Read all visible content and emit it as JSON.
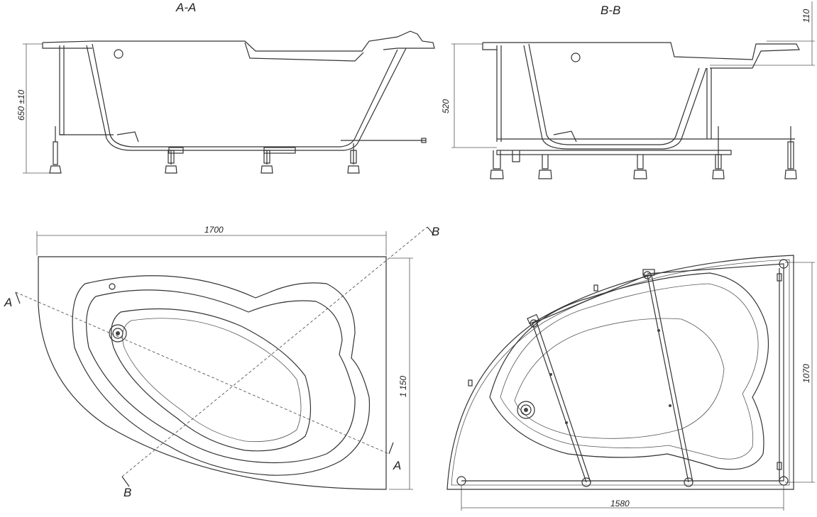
{
  "views": {
    "aa_title": "A-A",
    "bb_title": "B-B"
  },
  "dimensions": {
    "aa_height": "650 ±10",
    "bb_height": "520",
    "bb_rim": "110",
    "top_length": "1700",
    "top_width": "1 150",
    "frame_length": "1580",
    "frame_width": "1070"
  },
  "section_marks": {
    "a_left": "A",
    "a_right": "A",
    "b_top": "B",
    "b_bottom": "B"
  }
}
